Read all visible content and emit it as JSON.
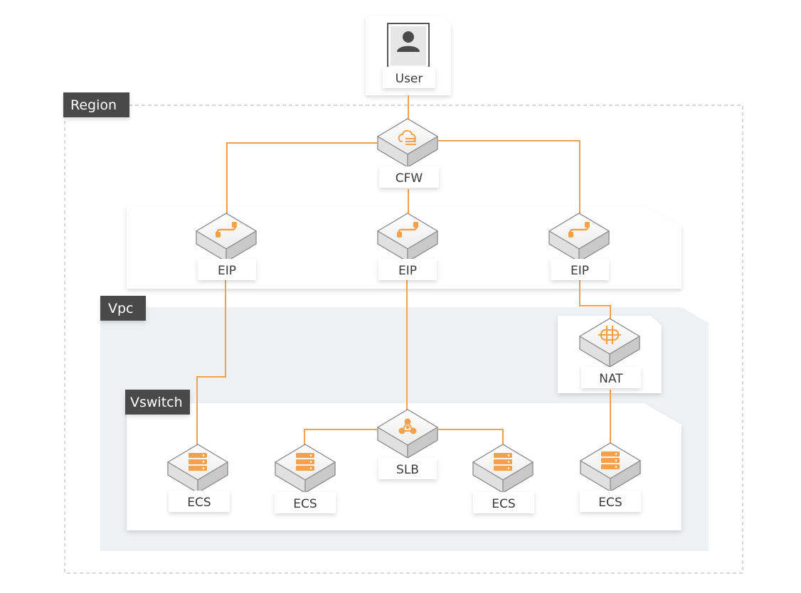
{
  "colors": {
    "accent": "#f5a04a",
    "tag_bg": "#4a4a4a",
    "vpc_bg": "#eef1f3",
    "panel_bg": "#ffffff",
    "region_border": "#bdbdbd"
  },
  "groups": {
    "region": "Region",
    "vpc": "Vpc",
    "vswitch": "Vswitch"
  },
  "nodes": {
    "user": {
      "label": "User",
      "icon": "user-icon"
    },
    "cfw": {
      "label": "CFW",
      "icon": "cloud-firewall-icon"
    },
    "eip_left": {
      "label": "EIP",
      "icon": "eip-link-icon"
    },
    "eip_mid": {
      "label": "EIP",
      "icon": "eip-link-icon"
    },
    "eip_right": {
      "label": "EIP",
      "icon": "eip-link-icon"
    },
    "nat": {
      "label": "NAT",
      "icon": "nat-gateway-icon"
    },
    "slb": {
      "label": "SLB",
      "icon": "load-balancer-icon"
    },
    "ecs_1": {
      "label": "ECS",
      "icon": "server-icon"
    },
    "ecs_2": {
      "label": "ECS",
      "icon": "server-icon"
    },
    "ecs_3": {
      "label": "ECS",
      "icon": "server-icon"
    },
    "ecs_4": {
      "label": "ECS",
      "icon": "server-icon"
    }
  }
}
